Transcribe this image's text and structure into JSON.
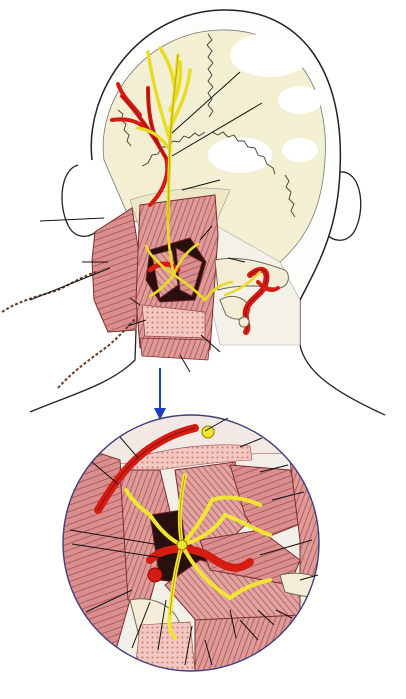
{
  "figure": {
    "views": [
      "posterior-head",
      "magnified-suboccipital-region"
    ],
    "colors": {
      "skin_outline": "#222222",
      "skull": "#f3efd2",
      "suture": "#3a3a3a",
      "muscle": "#d98f8f",
      "muscle_dark": "#b65a5a",
      "muscle_stripe": "#8e3a3a",
      "nerve": "#f0e630",
      "nerve_outline": "#b8a400",
      "artery": "#d51c12",
      "artery_dark": "#8f0c06",
      "bone": "#f4ecd6",
      "arrow": "#1d3fbf",
      "leader": "#111111",
      "hair": "#6b3b22"
    },
    "arrow_direction": "down",
    "leader_line_count": {
      "top_view": 12,
      "magnified_view": 19
    }
  }
}
